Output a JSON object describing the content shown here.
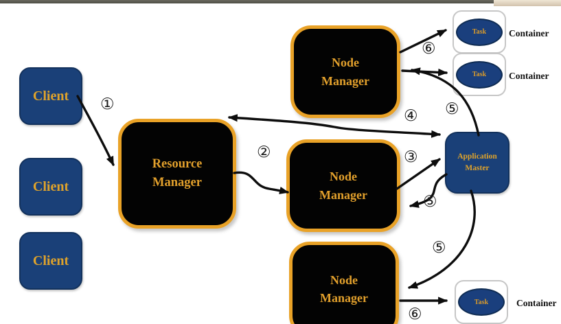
{
  "palette": {
    "gold_text": "#e2a02c",
    "gold_border": "#e9a227",
    "navy_fill": "#1a4078",
    "box_black": "#030303",
    "container_border": "#c6c6c6",
    "arrow_color": "#0d0d0d",
    "topbar_left": "#4e4e46",
    "topbar_right": "#d9c9b4"
  },
  "nodes": {
    "clients": [
      {
        "label": "Client"
      },
      {
        "label": "Client"
      },
      {
        "label": "Client"
      }
    ],
    "resource_manager": {
      "line1": "Resource",
      "line2": "Manager"
    },
    "node_managers": [
      {
        "line1": "Node",
        "line2": "Manager"
      },
      {
        "line1": "Node",
        "line2": "Manager"
      },
      {
        "line1": "Node",
        "line2": "Manager"
      }
    ],
    "application_master": {
      "line1": "Application",
      "line2": "Master"
    },
    "containers": [
      {
        "task_label": "Task",
        "caption": "Container"
      },
      {
        "task_label": "Task",
        "caption": "Container"
      },
      {
        "task_label": "Task",
        "caption": "Container"
      }
    ]
  },
  "step_markers": [
    {
      "id": "1",
      "glyph": "①"
    },
    {
      "id": "2",
      "glyph": "②"
    },
    {
      "id": "3",
      "glyph": "③"
    },
    {
      "id": "4",
      "glyph": "④"
    },
    {
      "id": "5a",
      "glyph": "⑤"
    },
    {
      "id": "5b",
      "glyph": "⑤"
    },
    {
      "id": "5c",
      "glyph": "⑤"
    },
    {
      "id": "6a",
      "glyph": "⑥"
    },
    {
      "id": "6b",
      "glyph": "⑥"
    }
  ]
}
